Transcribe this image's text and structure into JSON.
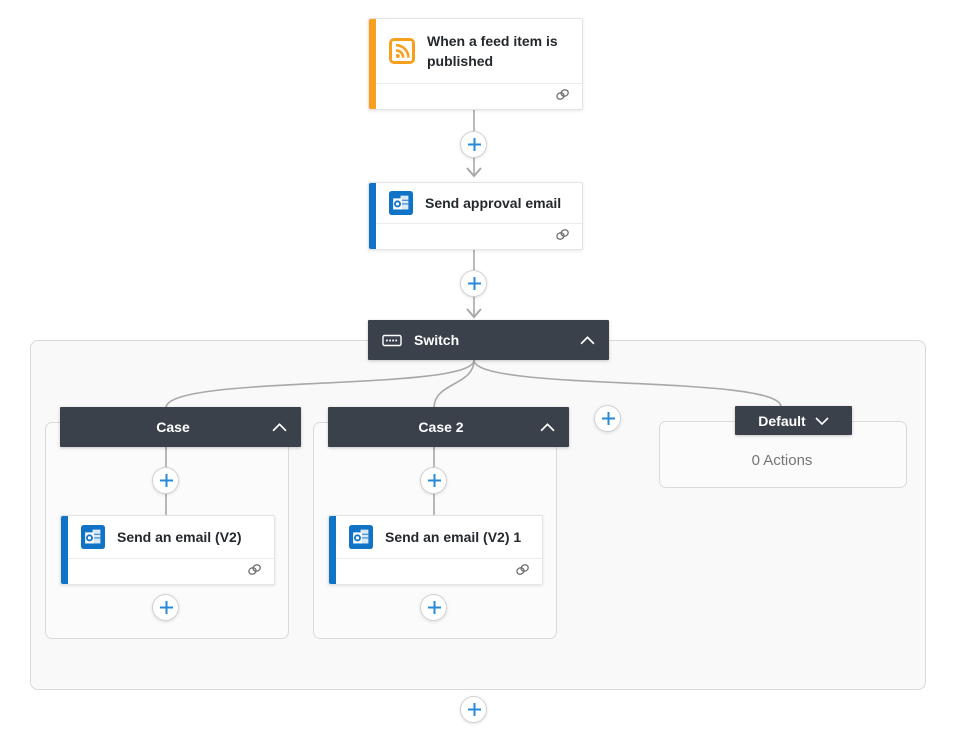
{
  "colors": {
    "trigger_accent": "#F8A01E",
    "action_accent": "#1173C6",
    "header_dark": "#3A414B",
    "plus_blue": "#2789D8",
    "connector_gray": "#A8A8A8"
  },
  "trigger": {
    "title": "When a feed item is published",
    "icon": "rss-icon"
  },
  "approval": {
    "title": "Send approval email",
    "icon": "outlook-icon"
  },
  "switch_block": {
    "label": "Switch",
    "icon": "switch-icon"
  },
  "cases": [
    {
      "label": "Case",
      "action": {
        "title": "Send an email (V2)",
        "icon": "outlook-icon"
      }
    },
    {
      "label": "Case 2",
      "action": {
        "title": "Send an email (V2) 1",
        "icon": "outlook-icon"
      }
    }
  ],
  "default_branch": {
    "label": "Default",
    "body": "0 Actions"
  }
}
